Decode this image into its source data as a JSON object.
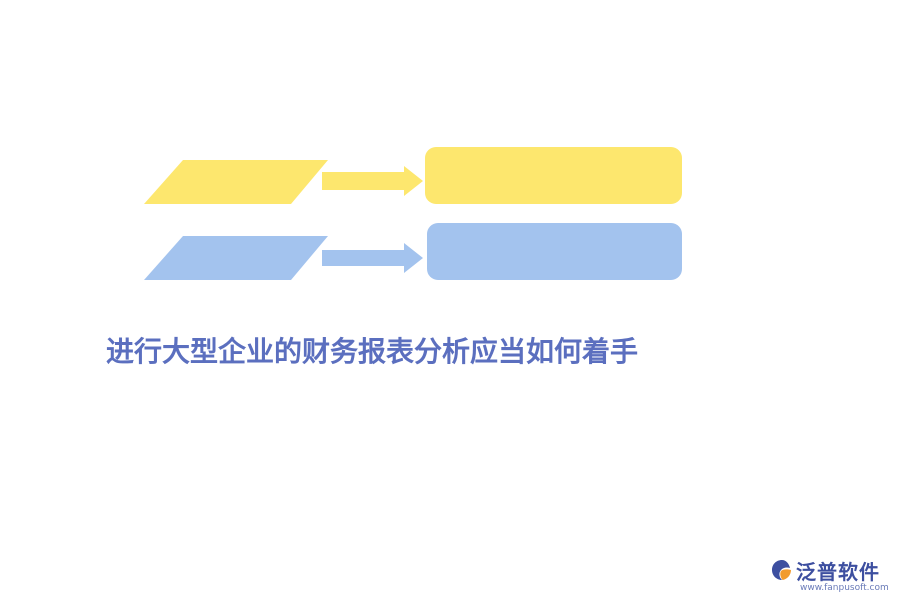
{
  "title": "进行大型企业的财务报表分析应当如何着手",
  "colors": {
    "yellow": "#fde76e",
    "blue": "#a3c3ee",
    "title": "#5b6fbf",
    "logo_text": "#3d4fa0",
    "logo_orange": "#f29b2e"
  },
  "logo": {
    "name": "泛普软件",
    "url": "www.fanpusoft.com"
  }
}
